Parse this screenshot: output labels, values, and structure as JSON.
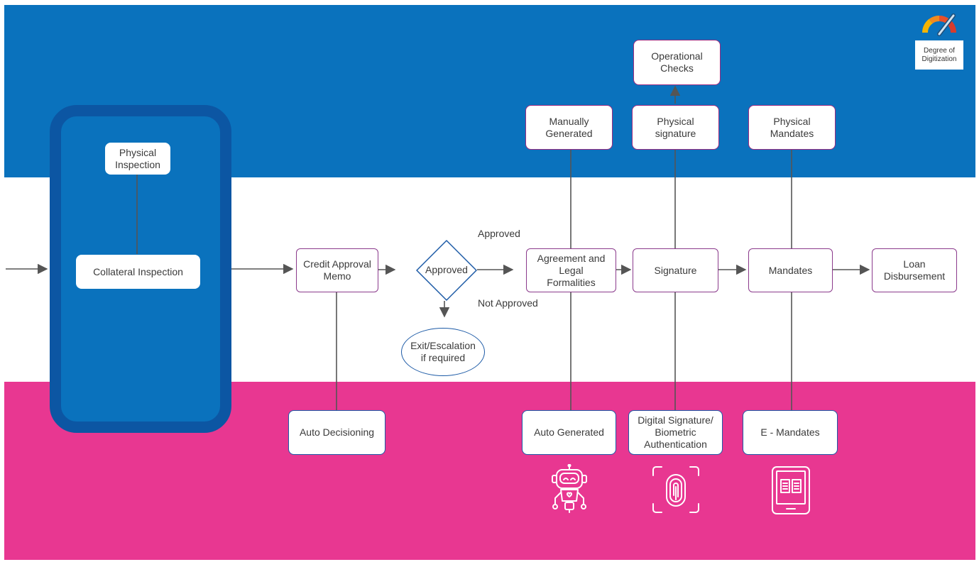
{
  "badge": {
    "label": "Degree of Digitization",
    "icon": "gauge-icon"
  },
  "collateral": {
    "physical_inspection": "Physical Inspection",
    "collateral_inspection": "Collateral Inspection"
  },
  "process": {
    "credit_memo": "Credit Approval Memo",
    "decision": "Approved",
    "approved_label": "Approved",
    "not_approved_label": "Not Approved",
    "exit": "Exit/Escalation if required",
    "agreement": "Agreement and Legal Formalities",
    "signature": "Signature",
    "mandates": "Mandates",
    "disbursement": "Loan Disbursement"
  },
  "manual": {
    "operational_checks": "Operational Checks",
    "manually_generated": "Manually Generated",
    "physical_signature": "Physical signature",
    "physical_mandates": "Physical Mandates"
  },
  "digital": {
    "auto_decisioning": "Auto Decisioning",
    "auto_generated": "Auto Generated",
    "digital_signature": "Digital Signature/ Biometric Authentication",
    "e_mandates": "E - Mandates"
  },
  "icons": [
    "robot-icon",
    "fingerprint-icon",
    "e-reader-icon"
  ],
  "colors": {
    "manual_band": "#0a72bd",
    "digital_band": "#e83791",
    "panel": "#0c56a3"
  }
}
